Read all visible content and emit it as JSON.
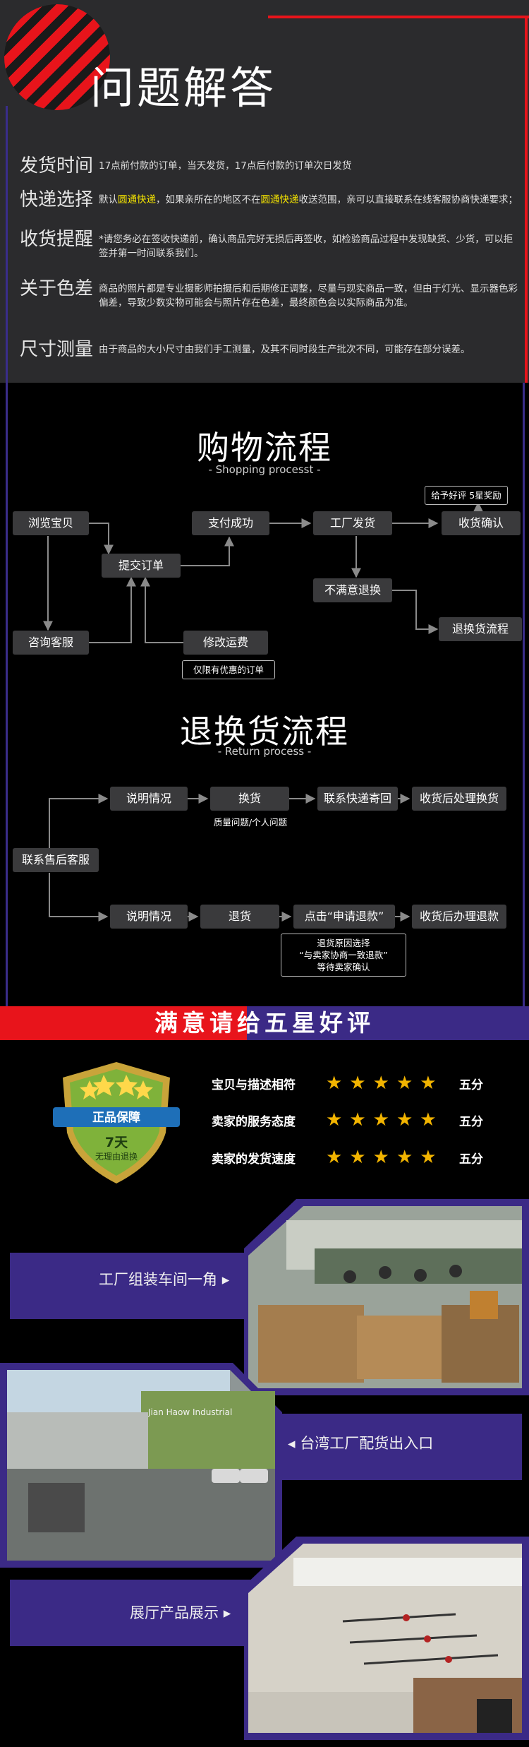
{
  "faq": {
    "title": "问题解答",
    "items": [
      {
        "label": "发货时间",
        "text": "17点前付款的订单，当天发货，17点后付款的订单次日发货"
      },
      {
        "label": "快递选择",
        "text_pre": "默认",
        "text_hl1": "圆通快递",
        "text_mid": "，如果亲所在的地区不在",
        "text_hl2": "圆通快递",
        "text_post": "收送范围，亲可以直接联系在线客服协商快递要求；"
      },
      {
        "label": "收货提醒",
        "text": "*请您务必在签收快递前，确认商品完好无损后再签收，如检验商品过程中发现缺货、少货，可以拒签并第一时间联系我们。"
      },
      {
        "label": "关于色差",
        "text": "商品的照片都是专业摄影师拍摄后和后期修正调整，尽量与现实商品一致，但由于灯光、显示器色彩偏差，导致少数实物可能会与照片存在色差，最终颜色会以实际商品为准。"
      },
      {
        "label": "尺寸测量",
        "text": "由于商品的大小尺寸由我们手工测量，及其不同时段生产批次不同，可能存在部分误差。"
      }
    ]
  },
  "shopping": {
    "title": "购物流程",
    "subtitle": "- Shopping processt -",
    "nodes": {
      "browse": "浏览宝贝",
      "submit": "提交订单",
      "pay": "支付成功",
      "ship": "工厂发货",
      "receive": "收货确认",
      "consult": "咨询客服",
      "modify": "修改运费",
      "unsatisfied": "不满意退换",
      "return_flow": "退换货流程"
    },
    "tags": {
      "reward": "给予好评 5星奖励",
      "discount_only": "仅限有优惠的订单"
    }
  },
  "returns": {
    "title": "退换货流程",
    "subtitle": "- Return process -",
    "nodes": {
      "contact": "联系售后客服",
      "explain1": "说明情况",
      "exchange": "换货",
      "send_back": "联系快递寄回",
      "after_exchange": "收货后处理换货",
      "explain2": "说明情况",
      "refund": "退货",
      "click_refund": "点击“申请退款”",
      "after_refund": "收货后办理退款"
    },
    "tags": {
      "quality": "质量问题/个人问题",
      "reason_line1": "退货原因选择",
      "reason_line2": "“与卖家协商一致退款”",
      "reason_line3": "等待卖家确认"
    }
  },
  "banner": {
    "part1": "满意请给",
    "part2": "五星好评"
  },
  "guarantee": {
    "badge": "正品保障",
    "days": "7天",
    "note": "无理由退换"
  },
  "ratings": [
    {
      "label": "宝贝与描述相符",
      "stars": 5,
      "value": "五分"
    },
    {
      "label": "卖家的服务态度",
      "stars": 5,
      "value": "五分"
    },
    {
      "label": "卖家的发货速度",
      "stars": 5,
      "value": "五分"
    }
  ],
  "photos": [
    {
      "label": "工厂组装车间一角"
    },
    {
      "label": "台湾工厂配货出入口",
      "sign": "Jian Haow Industrial"
    },
    {
      "label": "展厅产品展示"
    }
  ],
  "colors": {
    "accent_red": "#e8141b",
    "accent_purple": "#3b2a86",
    "star": "#f2b400",
    "highlight": "#f5e400"
  }
}
